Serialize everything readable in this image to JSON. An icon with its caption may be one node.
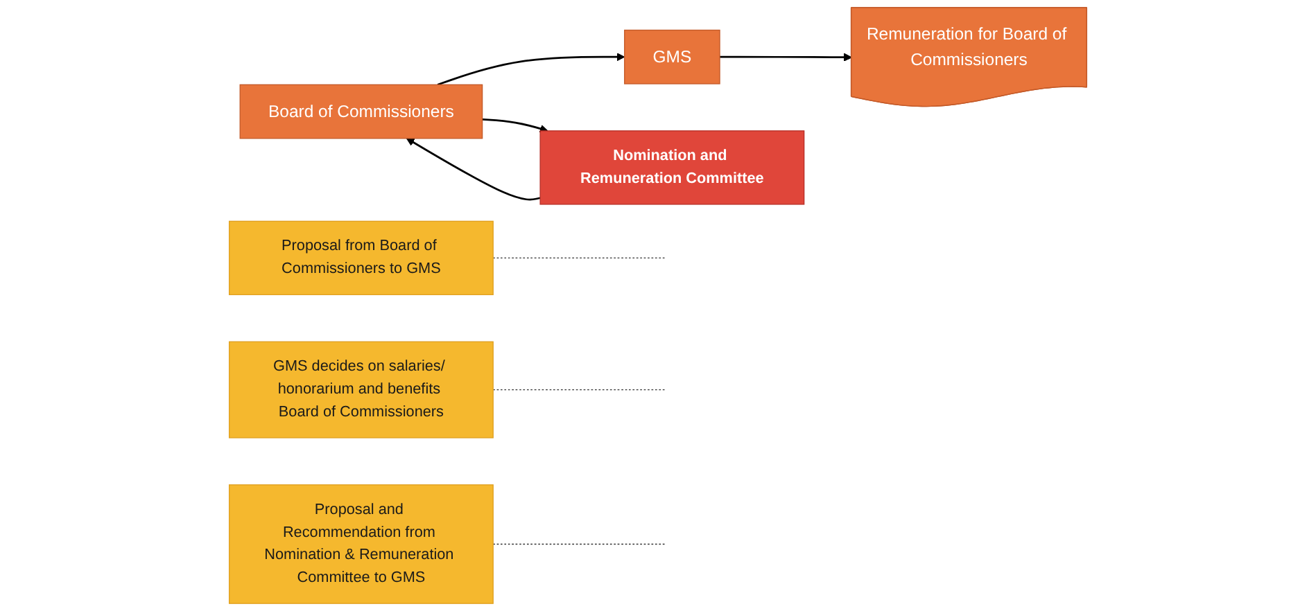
{
  "diagram": {
    "nodes": [
      {
        "text": [
          "Board of Commissioners"
        ]
      },
      {
        "text": [
          "GMS"
        ]
      },
      {
        "text": [
          "Remuneration for Board of Commissioners"
        ]
      },
      {
        "text": [
          "Proposal from Board of Commissioners to GMS"
        ]
      },
      {
        "text": [
          "GMS decides on salaries/ honorarium and benefits Board of Commissioners"
        ]
      },
      {
        "text": [
          "Proposal and Recommendation from Nomination & Remuneration Committee to GMS"
        ]
      },
      {
        "text": [
          "Nomination and Remuneration Committee"
        ]
      }
    ],
    "edges": [
      {
        "from": 0,
        "to": 1,
        "arrow": "to"
      },
      {
        "from": 1,
        "to": 2,
        "arrow": "to"
      },
      {
        "from": 0,
        "to": 6,
        "arrow": "to"
      },
      {
        "from": 6,
        "to": 0,
        "arrow": "to"
      },
      {
        "from": 3,
        "to": null,
        "arrow": "none",
        "style": "dashed"
      },
      {
        "from": 4,
        "to": null,
        "arrow": "none",
        "style": "dashed"
      },
      {
        "from": 5,
        "to": null,
        "arrow": "none",
        "style": "dashed"
      }
    ]
  }
}
